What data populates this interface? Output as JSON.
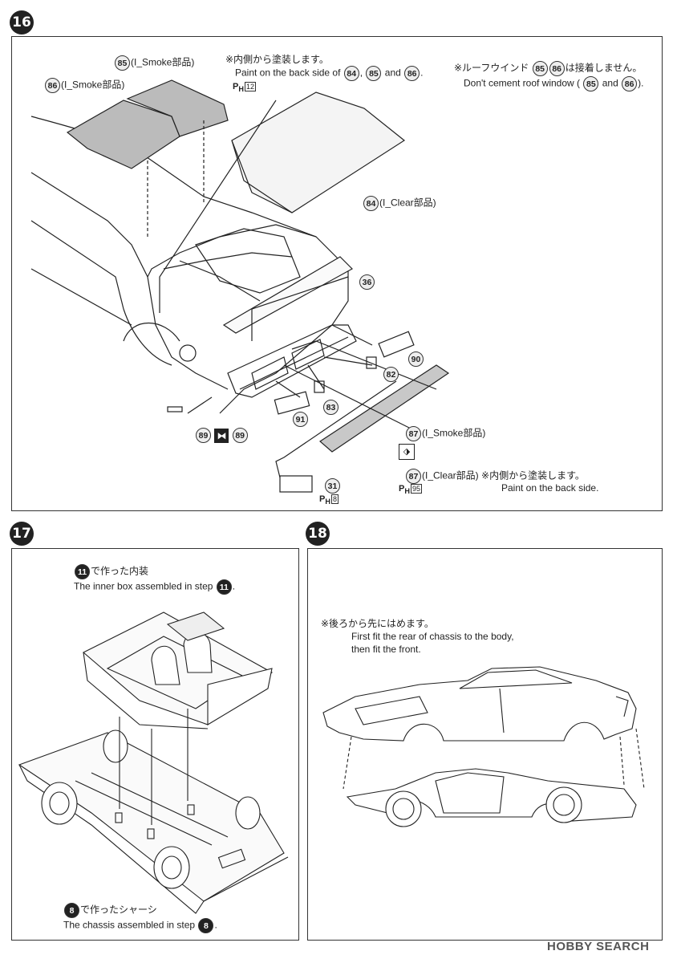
{
  "steps": {
    "s16": "16",
    "s17": "17",
    "s18": "18"
  },
  "step16": {
    "part85": "85",
    "part85_label": "(I_Smoke部品)",
    "part86": "86",
    "part86_label": "(I_Smoke部品)",
    "note_back_jp": "※内側から塗装します。",
    "note_back_en_pre": "Paint on the back side of",
    "note_back_en_and": ", ",
    "note_back_en_and2": "and",
    "ph12_prefix": "P",
    "ph12_sub": "H",
    "ph12": "12",
    "roof_note_jp_pre": "※ルーフウインド",
    "roof_note_jp_post": "は接着しません。",
    "roof_note_en_pre": "Don't cement roof window (",
    "roof_note_en_and": "and",
    "roof_note_en_post": ").",
    "part84": "84",
    "part84_label": "(I_Clear部品)",
    "part36": "36",
    "part90": "90",
    "part82": "82",
    "part83": "83",
    "part91": "91",
    "part89a": "89",
    "part89b": "89",
    "part87a": "87",
    "part87a_label": "(I_Smoke部品)",
    "part87b": "87",
    "part87b_label": "(I_Clear部品)",
    "paint_back_jp": "※内側から塗装します。",
    "paint_back_en": "Paint on the back side.",
    "ph95": "95",
    "part31": "31",
    "ph8": "8"
  },
  "step17": {
    "inner_num": "11",
    "inner_jp": "で作った内装",
    "inner_en": "The inner box assembled in step",
    "chassis_num": "8",
    "chassis_jp": "で作ったシャーシ",
    "chassis_en": "The chassis assembled in step"
  },
  "step18": {
    "note_jp": "※後ろから先にはめます。",
    "note_en1": "First fit the rear of chassis to the body,",
    "note_en2": "then fit the front."
  },
  "watermark": {
    "text": "HOBBY SEARCH"
  }
}
